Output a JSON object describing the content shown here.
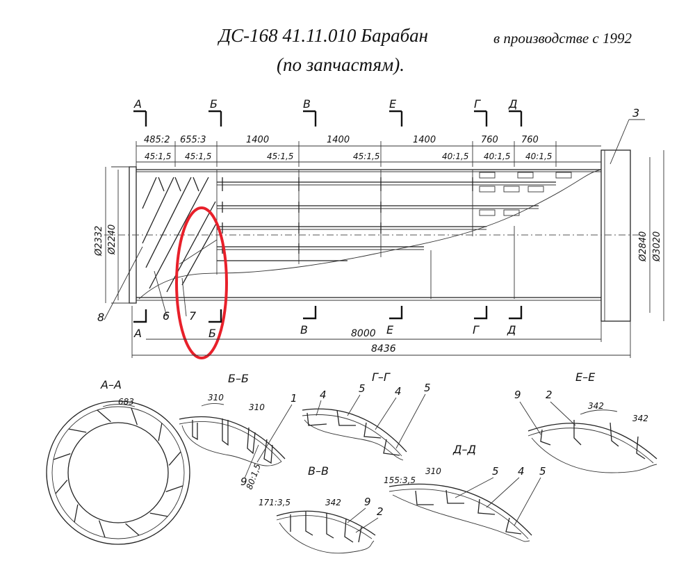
{
  "title": {
    "main": "ДС-168 41.11.010 Барабан",
    "note": "в производстве с 1992",
    "sub": "(по запчастям)."
  },
  "section_markers_top": [
    "А",
    "Б",
    "В",
    "Е",
    "Г",
    "Д"
  ],
  "section_markers_bottom": [
    "А",
    "Б",
    "В",
    "Е",
    "Г",
    "Д"
  ],
  "dimensions": {
    "segments": [
      "485:2",
      "655:3",
      "1400",
      "1400",
      "1400",
      "760",
      "760"
    ],
    "pitches": [
      "45:1,5",
      "45:1,5",
      "45:1,5",
      "45:1,5",
      "40:1,5",
      "40:1,5",
      "40:1,5"
    ],
    "total_inner": "8000",
    "total_outer": "8436",
    "dia_left_outer": "Ø2332",
    "dia_left_inner": "Ø2240",
    "dia_right_inner": "Ø2840",
    "dia_right_outer": "Ø3020"
  },
  "callouts": {
    "c3": "3",
    "c6": "6",
    "c7": "7",
    "c8": "8"
  },
  "sections": {
    "aa": {
      "title": "А–А",
      "dim": "683"
    },
    "bb": {
      "title": "Б–Б",
      "dim1": "310",
      "dim2": "310",
      "dim3": "80:1,5",
      "c1": "1",
      "c9": "9"
    },
    "gg": {
      "title": "Г–Г",
      "c4a": "4",
      "c5a": "5",
      "c4b": "4",
      "c5b": "5"
    },
    "ee": {
      "title": "Е–Е",
      "c9": "9",
      "c2": "2",
      "dim1": "342",
      "dim2": "342"
    },
    "vv": {
      "title": "В–В",
      "dim1": "171:3,5",
      "dim2": "342",
      "c9": "9",
      "c2": "2"
    },
    "dd": {
      "title": "Д–Д",
      "dim1": "155:3,5",
      "dim2": "310",
      "c5a": "5",
      "c4": "4",
      "c5b": "5"
    }
  },
  "highlight_color": "#e8202a"
}
